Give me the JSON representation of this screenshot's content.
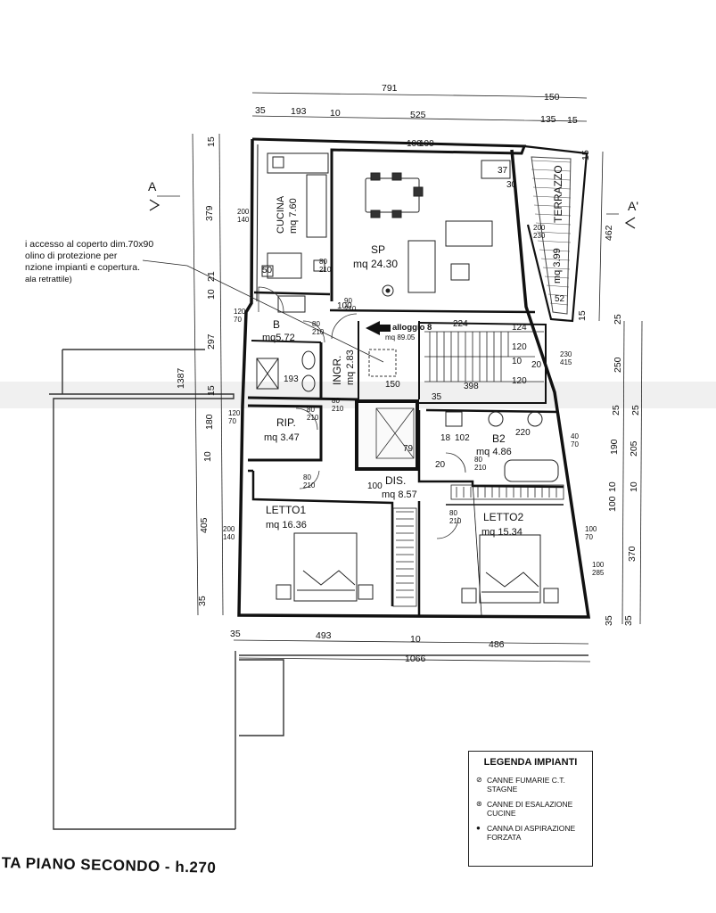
{
  "title": "TA PIANO SECONDO - h.270",
  "note_lines": [
    "i accesso al coperto dim.70x90",
    "olino di protezione per",
    "nzione impianti e copertura.",
    "ala retrattile)"
  ],
  "legend": {
    "title": "LEGENDA IMPIANTI",
    "items": [
      {
        "symbol": "⊘",
        "label": "CANNE FUMARIE C.T. STAGNE"
      },
      {
        "symbol": "⊛",
        "label": "CANNE DI ESALAZIONE CUCINE"
      },
      {
        "symbol": "●",
        "label": "CANNA DI ASPIRAZIONE FORZATA"
      }
    ]
  },
  "rooms": {
    "cucina": {
      "name": "CUCINA",
      "area": "mq 7.60"
    },
    "sp": {
      "name": "SP",
      "area": "mq 24.30"
    },
    "terrazzo": {
      "name": "TERRAZZO",
      "area": "mq 3.99"
    },
    "bagno1": {
      "name": "B",
      "area": "mq5.72"
    },
    "ingresso": {
      "name": "INGR.",
      "area": "mq 2.83"
    },
    "rip": {
      "name": "RIP.",
      "area": "mq 3.47"
    },
    "dis": {
      "name": "DIS.",
      "area": "mq 8.57"
    },
    "b2": {
      "name": "B2",
      "area": "mq 4.86"
    },
    "letto1": {
      "name": "LETTO1",
      "area": "mq 16.36"
    },
    "letto2": {
      "name": "LETTO2",
      "area": "mq 15.34"
    }
  },
  "alloggio": {
    "label": "alloggio 8",
    "area": "mq 89.05"
  },
  "dimensions": {
    "top_total": "791",
    "top_terrace": "150",
    "top_a": "35",
    "top_b": "193",
    "top_c": "10",
    "top_d": "525",
    "top_e": "135",
    "top_f": "15",
    "bottom_a": "35",
    "bottom_b": "493",
    "bottom_c": "10",
    "bottom_d": "486",
    "bottom_total": "1066",
    "left_total": "1387",
    "left_379": "379",
    "left_297": "297",
    "left_180": "180",
    "left_405": "405",
    "left_10a": "10",
    "left_21": "21",
    "left_15a": "15",
    "left_15b": "15",
    "left_10b": "10",
    "left_35": "35",
    "right_462": "462",
    "right_15a": "15",
    "right_15b": "15",
    "right_25a": "25",
    "right_250": "250",
    "right_25b": "25",
    "right_25c": "25",
    "right_190": "190",
    "right_205": "205",
    "right_10a": "10",
    "right_100": "100",
    "right_10b": "10",
    "right_370": "370",
    "right_35a": "35",
    "right_35b": "35",
    "section_a": "A",
    "section_a_prime": "A'"
  },
  "openings": {
    "cucina_win": "200\n140",
    "cucina_door": "80\n210",
    "b_win": "120\n70",
    "b_door": "80\n210",
    "rip_win": "120\n70",
    "rip_door": "80\n210",
    "ingr_door": "90\n210",
    "letto1_door": "80\n210",
    "letto1_win": "200\n140",
    "letto2_door": "80\n210",
    "letto2_win": "100\n285",
    "b2_door": "80\n210",
    "b2_win": "40\n70",
    "right_win": "100\n70",
    "terr_win": "200\n230",
    "stair_230": "230\n415",
    "ingr_win": "80\n210"
  },
  "internal_dims": {
    "d100a": "100",
    "d224": "224",
    "d124": "124",
    "d120": "120",
    "d10": "10",
    "d20": "20",
    "d398": "398",
    "d35": "35",
    "d150": "150",
    "d193": "193",
    "d50": "50",
    "d18": "18",
    "d102": "102",
    "d220": "220",
    "d79": "79",
    "d100b": "100",
    "d30": "30",
    "d37": "37",
    "d52": "52",
    "d100c": "100",
    "d100d": "100",
    "d120b": "120",
    "d20b": "20"
  }
}
